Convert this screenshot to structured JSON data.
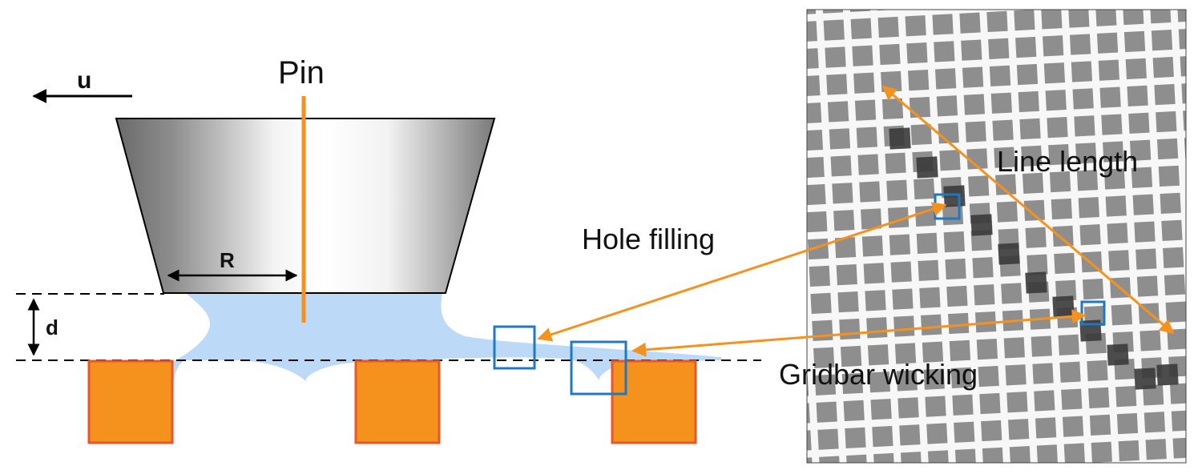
{
  "labels": {
    "pin": "Pin",
    "velocity": "u",
    "radius": "R",
    "gap": "d",
    "hole_filling": "Hole filling",
    "line_length": "Line length",
    "gridbar_wicking": "Gridbar wicking"
  },
  "colors": {
    "pin_line": "#f5921e",
    "liquid": "#bcd9f7",
    "gridbar_fill": "#f5921e",
    "gridbar_edge": "#e8562a",
    "callout_box": "#1f78c1",
    "arrow": "#f5921e",
    "micrograph_bar": "#f7f7f7",
    "micrograph_square": "#8e8e8e"
  }
}
